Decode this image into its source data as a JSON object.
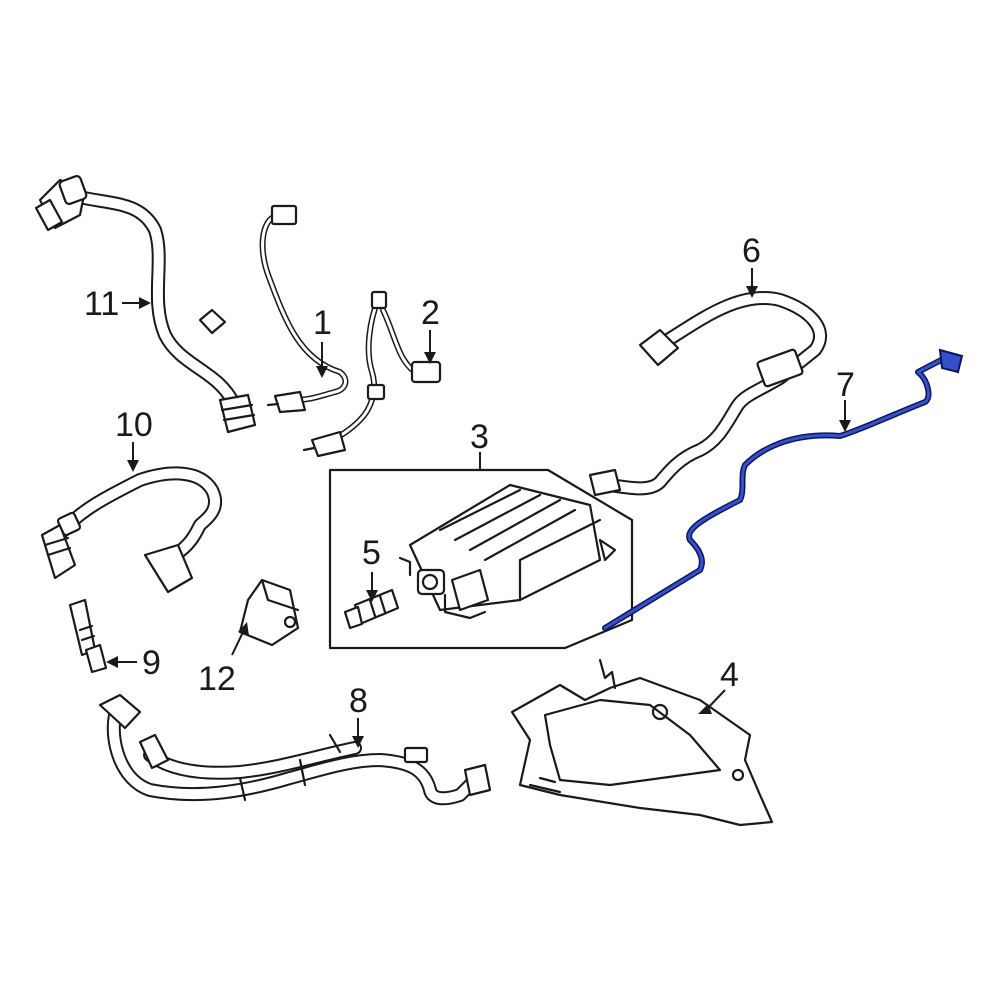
{
  "callouts": [
    {
      "id": "1",
      "label": "1"
    },
    {
      "id": "2",
      "label": "2"
    },
    {
      "id": "3",
      "label": "3"
    },
    {
      "id": "4",
      "label": "4"
    },
    {
      "id": "5",
      "label": "5"
    },
    {
      "id": "6",
      "label": "6"
    },
    {
      "id": "7",
      "label": "7"
    },
    {
      "id": "8",
      "label": "8"
    },
    {
      "id": "9",
      "label": "9"
    },
    {
      "id": "10",
      "label": "10"
    },
    {
      "id": "11",
      "label": "11"
    },
    {
      "id": "12",
      "label": "12"
    }
  ],
  "colors": {
    "line": "#1a1a1a",
    "highlight": "#1f2f8f",
    "background": "#ffffff"
  }
}
